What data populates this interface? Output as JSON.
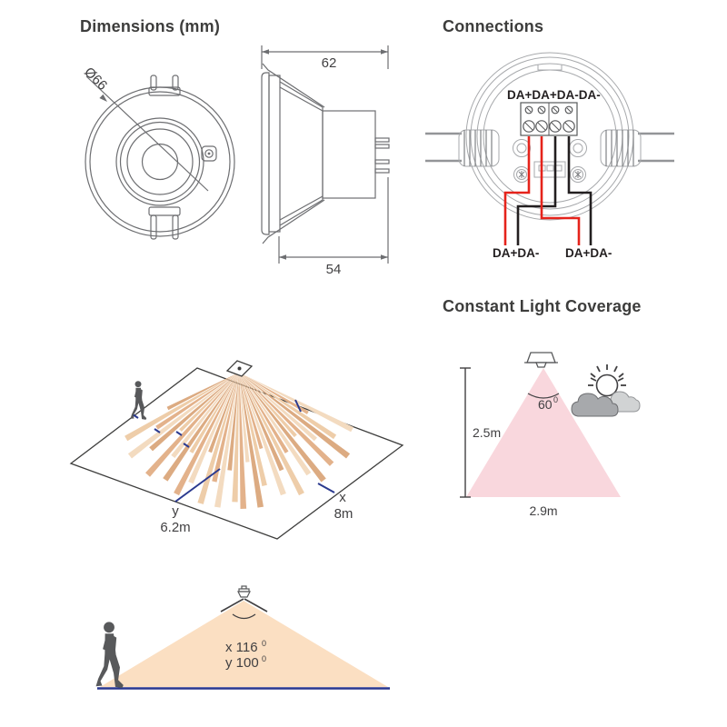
{
  "dimensions": {
    "title": "Dimensions (mm)",
    "diameter": "Ø66",
    "width": "62",
    "depth": "54"
  },
  "connections": {
    "title": "Connections",
    "terminals": "DA+DA+DA-DA-",
    "left_output": "DA+DA-",
    "right_output": "DA+DA-"
  },
  "detection_area": {
    "y_label": "y",
    "y_value": "6.2m",
    "x_label": "x",
    "x_value": "8m"
  },
  "constant_light": {
    "title": "Constant Light Coverage",
    "beam_angle": "60",
    "beam_angle_sup": "0",
    "mount_height": "2.5m",
    "coverage_width": "2.9m"
  },
  "side_coverage": {
    "x_angle": "x 116",
    "x_angle_sup": "0",
    "y_angle": "y 100",
    "y_angle_sup": "0"
  },
  "colors": {
    "wire_red": "#e5231b",
    "wire_black": "#231f20",
    "detection_beam_tan": "#dcab82",
    "coverage_cone_peach": "#fbdfc2",
    "light_coverage_pink": "#f9d7dd",
    "floor_line_navy": "#28368f",
    "person_gray": "#58595b"
  }
}
